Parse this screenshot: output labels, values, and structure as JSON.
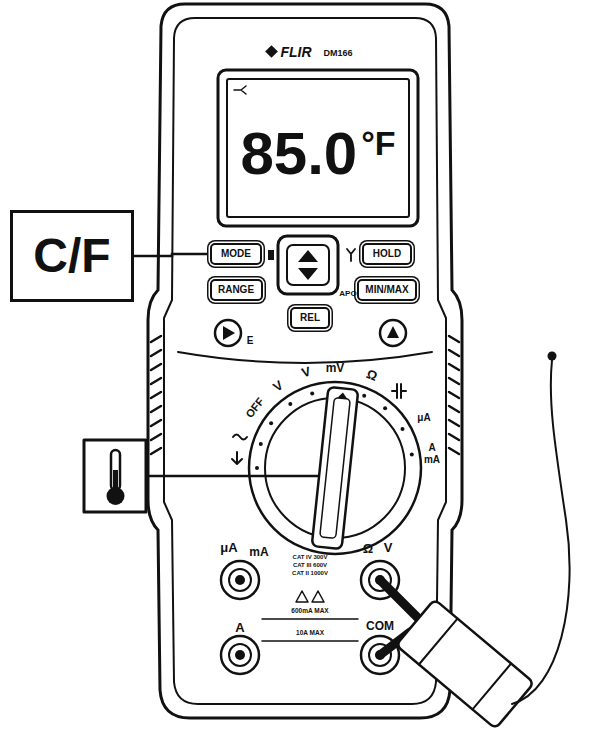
{
  "diagram": {
    "nodes": [
      {
        "text": [
          "FLIR",
          "DM166"
        ]
      },
      {
        "text": [
          "85.0",
          "°F"
        ],
        "in": 0
      },
      {
        "text": [
          "MODE"
        ],
        "in": 0
      },
      {
        "text": [
          "HOLD"
        ],
        "in": 0
      },
      {
        "text": [
          "RANGE"
        ],
        "in": 0
      },
      {
        "text": [
          "MIN/MAX"
        ],
        "in": 0
      },
      {
        "text": [
          "REL"
        ],
        "in": 0
      },
      {
        "text": [
          "C/F"
        ]
      }
    ],
    "edges": [
      {
        "from": 7,
        "to": 2,
        "arrow": "none"
      }
    ],
    "labels": [
      "APO",
      "E",
      "OFF",
      "V",
      "V",
      "mV",
      "Ω",
      "μA",
      "A",
      "mA",
      "μA",
      "mA",
      "Ω",
      "V",
      "A",
      "COM",
      "CAT IV 300V",
      "CAT III 600V",
      "CAT II 1000V",
      "600mA MAX",
      "10A MAX"
    ]
  }
}
